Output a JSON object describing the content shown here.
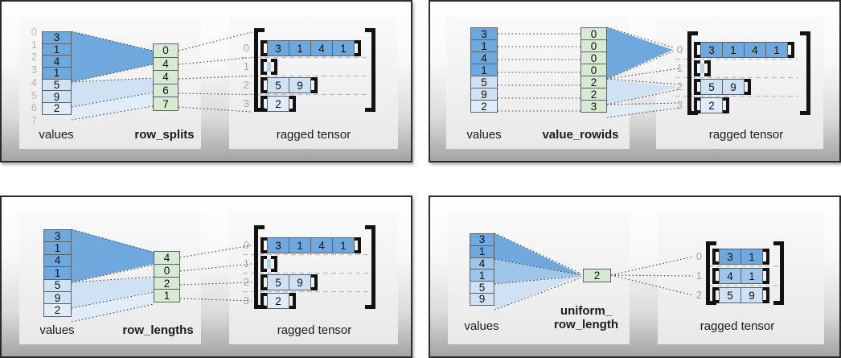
{
  "palette": {
    "dark_blue": "#6fa8dc",
    "medium_blue": "#9fc5e8",
    "light_blue": "#cfe2f3",
    "lighter_blue": "#e0edf9",
    "green": "#d9ead3"
  },
  "quads": {
    "q1": {
      "values_label": "values",
      "param_label": "row_splits",
      "result_label": "ragged tensor",
      "values": [
        "3",
        "1",
        "4",
        "1",
        "5",
        "9",
        "2"
      ],
      "value_colors": [
        "dark_blue",
        "dark_blue",
        "dark_blue",
        "dark_blue",
        "light_blue",
        "light_blue",
        "lighter_blue"
      ],
      "value_indices": [
        "0",
        "1",
        "2",
        "3",
        "4",
        "5",
        "6",
        "7"
      ],
      "param": [
        "0",
        "4",
        "4",
        "6",
        "7"
      ],
      "param_colors": [
        "green"
      ],
      "ragged": {
        "row_labels": [
          "0",
          "1",
          "2",
          "3"
        ],
        "rows": [
          {
            "cells": [
              "3",
              "1",
              "4",
              "1"
            ],
            "color": "dark_blue"
          },
          {
            "cells": [],
            "color": "dark_blue"
          },
          {
            "cells": [
              "5",
              "9"
            ],
            "color": "light_blue"
          },
          {
            "cells": [
              "2"
            ],
            "color": "lighter_blue"
          }
        ]
      }
    },
    "q2": {
      "values_label": "values",
      "param_label": "value_rowids",
      "result_label": "ragged tensor",
      "values": [
        "3",
        "1",
        "4",
        "1",
        "5",
        "9",
        "2"
      ],
      "value_colors": [
        "dark_blue",
        "dark_blue",
        "dark_blue",
        "dark_blue",
        "light_blue",
        "light_blue",
        "lighter_blue"
      ],
      "param": [
        "0",
        "0",
        "0",
        "0",
        "2",
        "2",
        "3"
      ],
      "param_colors": [
        "green"
      ],
      "ragged": {
        "row_labels": [
          "0",
          "1",
          "2",
          "3"
        ],
        "rows": [
          {
            "cells": [
              "3",
              "1",
              "4",
              "1"
            ],
            "color": "dark_blue"
          },
          {
            "cells": [],
            "color": "dark_blue"
          },
          {
            "cells": [
              "5",
              "9"
            ],
            "color": "light_blue"
          },
          {
            "cells": [
              "2"
            ],
            "color": "lighter_blue"
          }
        ]
      }
    },
    "q3": {
      "values_label": "values",
      "param_label": "row_lengths",
      "result_label": "ragged tensor",
      "values": [
        "3",
        "1",
        "4",
        "1",
        "5",
        "9",
        "2"
      ],
      "value_colors": [
        "dark_blue",
        "dark_blue",
        "dark_blue",
        "dark_blue",
        "light_blue",
        "light_blue",
        "lighter_blue"
      ],
      "param": [
        "4",
        "0",
        "2",
        "1"
      ],
      "param_colors": [
        "green"
      ],
      "ragged": {
        "row_labels": [
          "0",
          "1",
          "2",
          "3"
        ],
        "rows": [
          {
            "cells": [
              "3",
              "1",
              "4",
              "1"
            ],
            "color": "dark_blue"
          },
          {
            "cells": [],
            "color": "dark_blue"
          },
          {
            "cells": [
              "5",
              "9"
            ],
            "color": "light_blue"
          },
          {
            "cells": [
              "2"
            ],
            "color": "lighter_blue"
          }
        ]
      }
    },
    "q4": {
      "values_label": "values",
      "param_label_line1": "uniform_",
      "param_label_line2": "row_length",
      "result_label": "ragged tensor",
      "values": [
        "3",
        "1",
        "4",
        "1",
        "5",
        "9"
      ],
      "value_colors": [
        "dark_blue",
        "dark_blue",
        "medium_blue",
        "medium_blue",
        "light_blue",
        "light_blue"
      ],
      "param": [
        "2"
      ],
      "param_colors": [
        "green"
      ],
      "ragged": {
        "row_labels": [
          "0",
          "1",
          "2"
        ],
        "rows": [
          {
            "cells": [
              "3",
              "1"
            ],
            "color": "dark_blue"
          },
          {
            "cells": [
              "4",
              "1"
            ],
            "color": "medium_blue"
          },
          {
            "cells": [
              "5",
              "9"
            ],
            "color": "light_blue"
          }
        ]
      }
    }
  }
}
